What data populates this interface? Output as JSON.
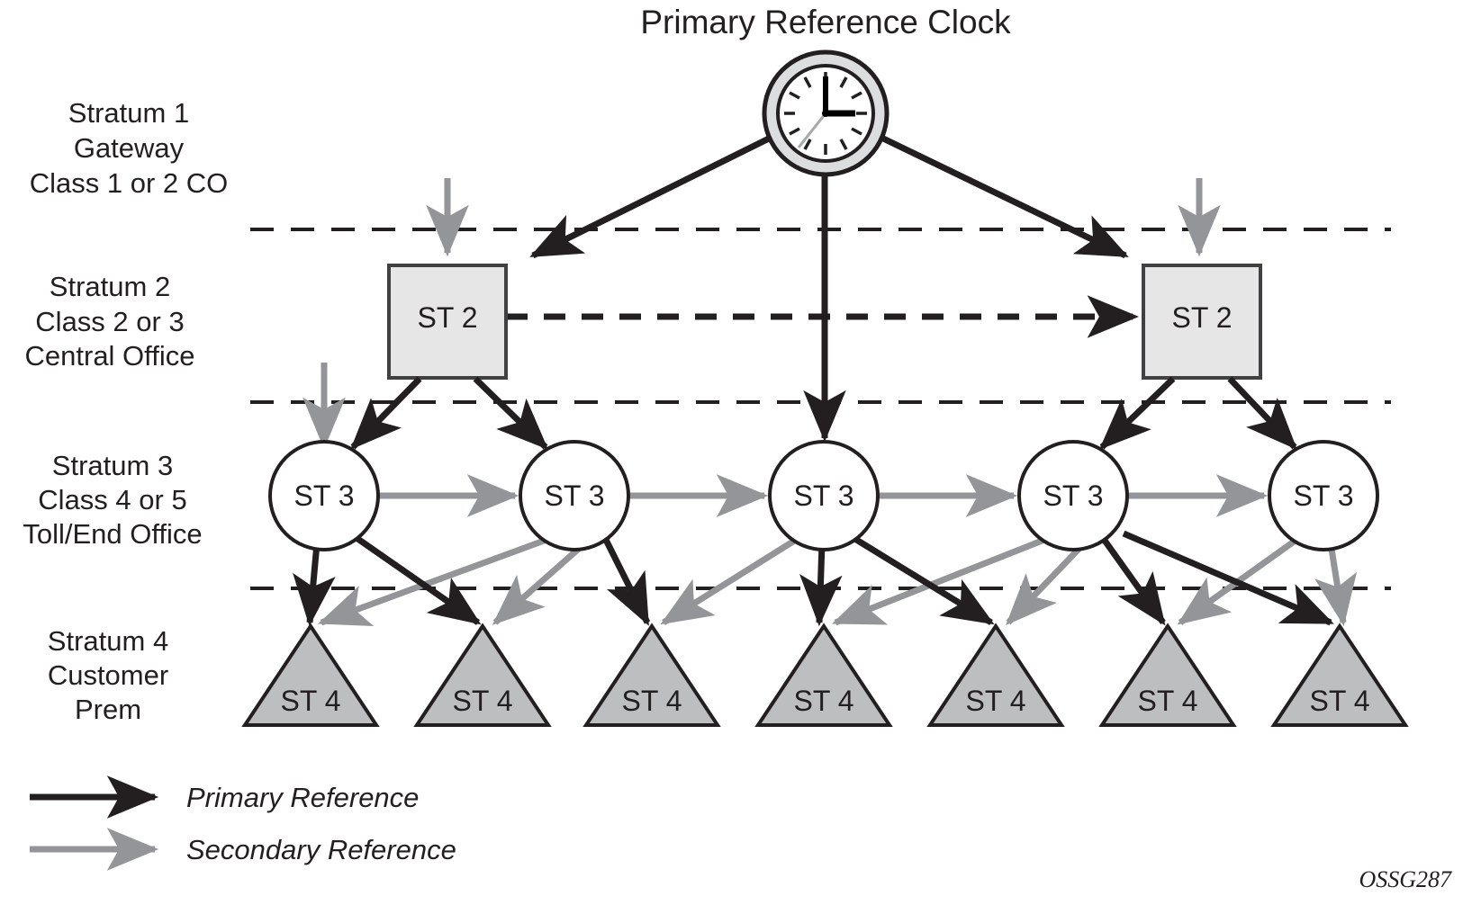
{
  "title": "Primary Reference Clock",
  "figure_id": "OSSG287",
  "colors": {
    "primary_edge": "#231f20",
    "secondary_edge": "#939598",
    "st2_fill": "#e6e6e6",
    "st3_fill": "#ffffff",
    "st4_fill": "#bcbec0",
    "clock_bezel": "#dcdddf",
    "background": "#ffffff"
  },
  "strata": [
    {
      "id": "stratum-1",
      "lines": [
        "Stratum 1",
        "Gateway",
        "Class 1 or 2 CO"
      ]
    },
    {
      "id": "stratum-2",
      "lines": [
        "Stratum 2",
        "Class 2 or 3",
        "Central Office"
      ]
    },
    {
      "id": "stratum-3",
      "lines": [
        "Stratum 3",
        "Class 4 or 5",
        "Toll/End Office"
      ]
    },
    {
      "id": "stratum-4",
      "lines": [
        "Stratum 4",
        "Customer",
        "Prem"
      ]
    }
  ],
  "nodes": {
    "clock": {
      "label": "",
      "icon": "analog-clock-icon",
      "time": "3:00"
    },
    "st2": [
      {
        "label": "ST 2"
      },
      {
        "label": "ST 2"
      }
    ],
    "st3": [
      {
        "label": "ST 3"
      },
      {
        "label": "ST 3"
      },
      {
        "label": "ST 3"
      },
      {
        "label": "ST 3"
      },
      {
        "label": "ST 3"
      }
    ],
    "st4": [
      {
        "label": "ST 4"
      },
      {
        "label": "ST 4"
      },
      {
        "label": "ST 4"
      },
      {
        "label": "ST 4"
      },
      {
        "label": "ST 4"
      },
      {
        "label": "ST 4"
      },
      {
        "label": "ST 4"
      }
    ]
  },
  "legend": [
    {
      "id": "legend-primary",
      "label": "Primary Reference",
      "style": "solid",
      "color": "#231f20"
    },
    {
      "id": "legend-secondary",
      "label": "Secondary Reference",
      "style": "solid",
      "color": "#939598"
    }
  ]
}
